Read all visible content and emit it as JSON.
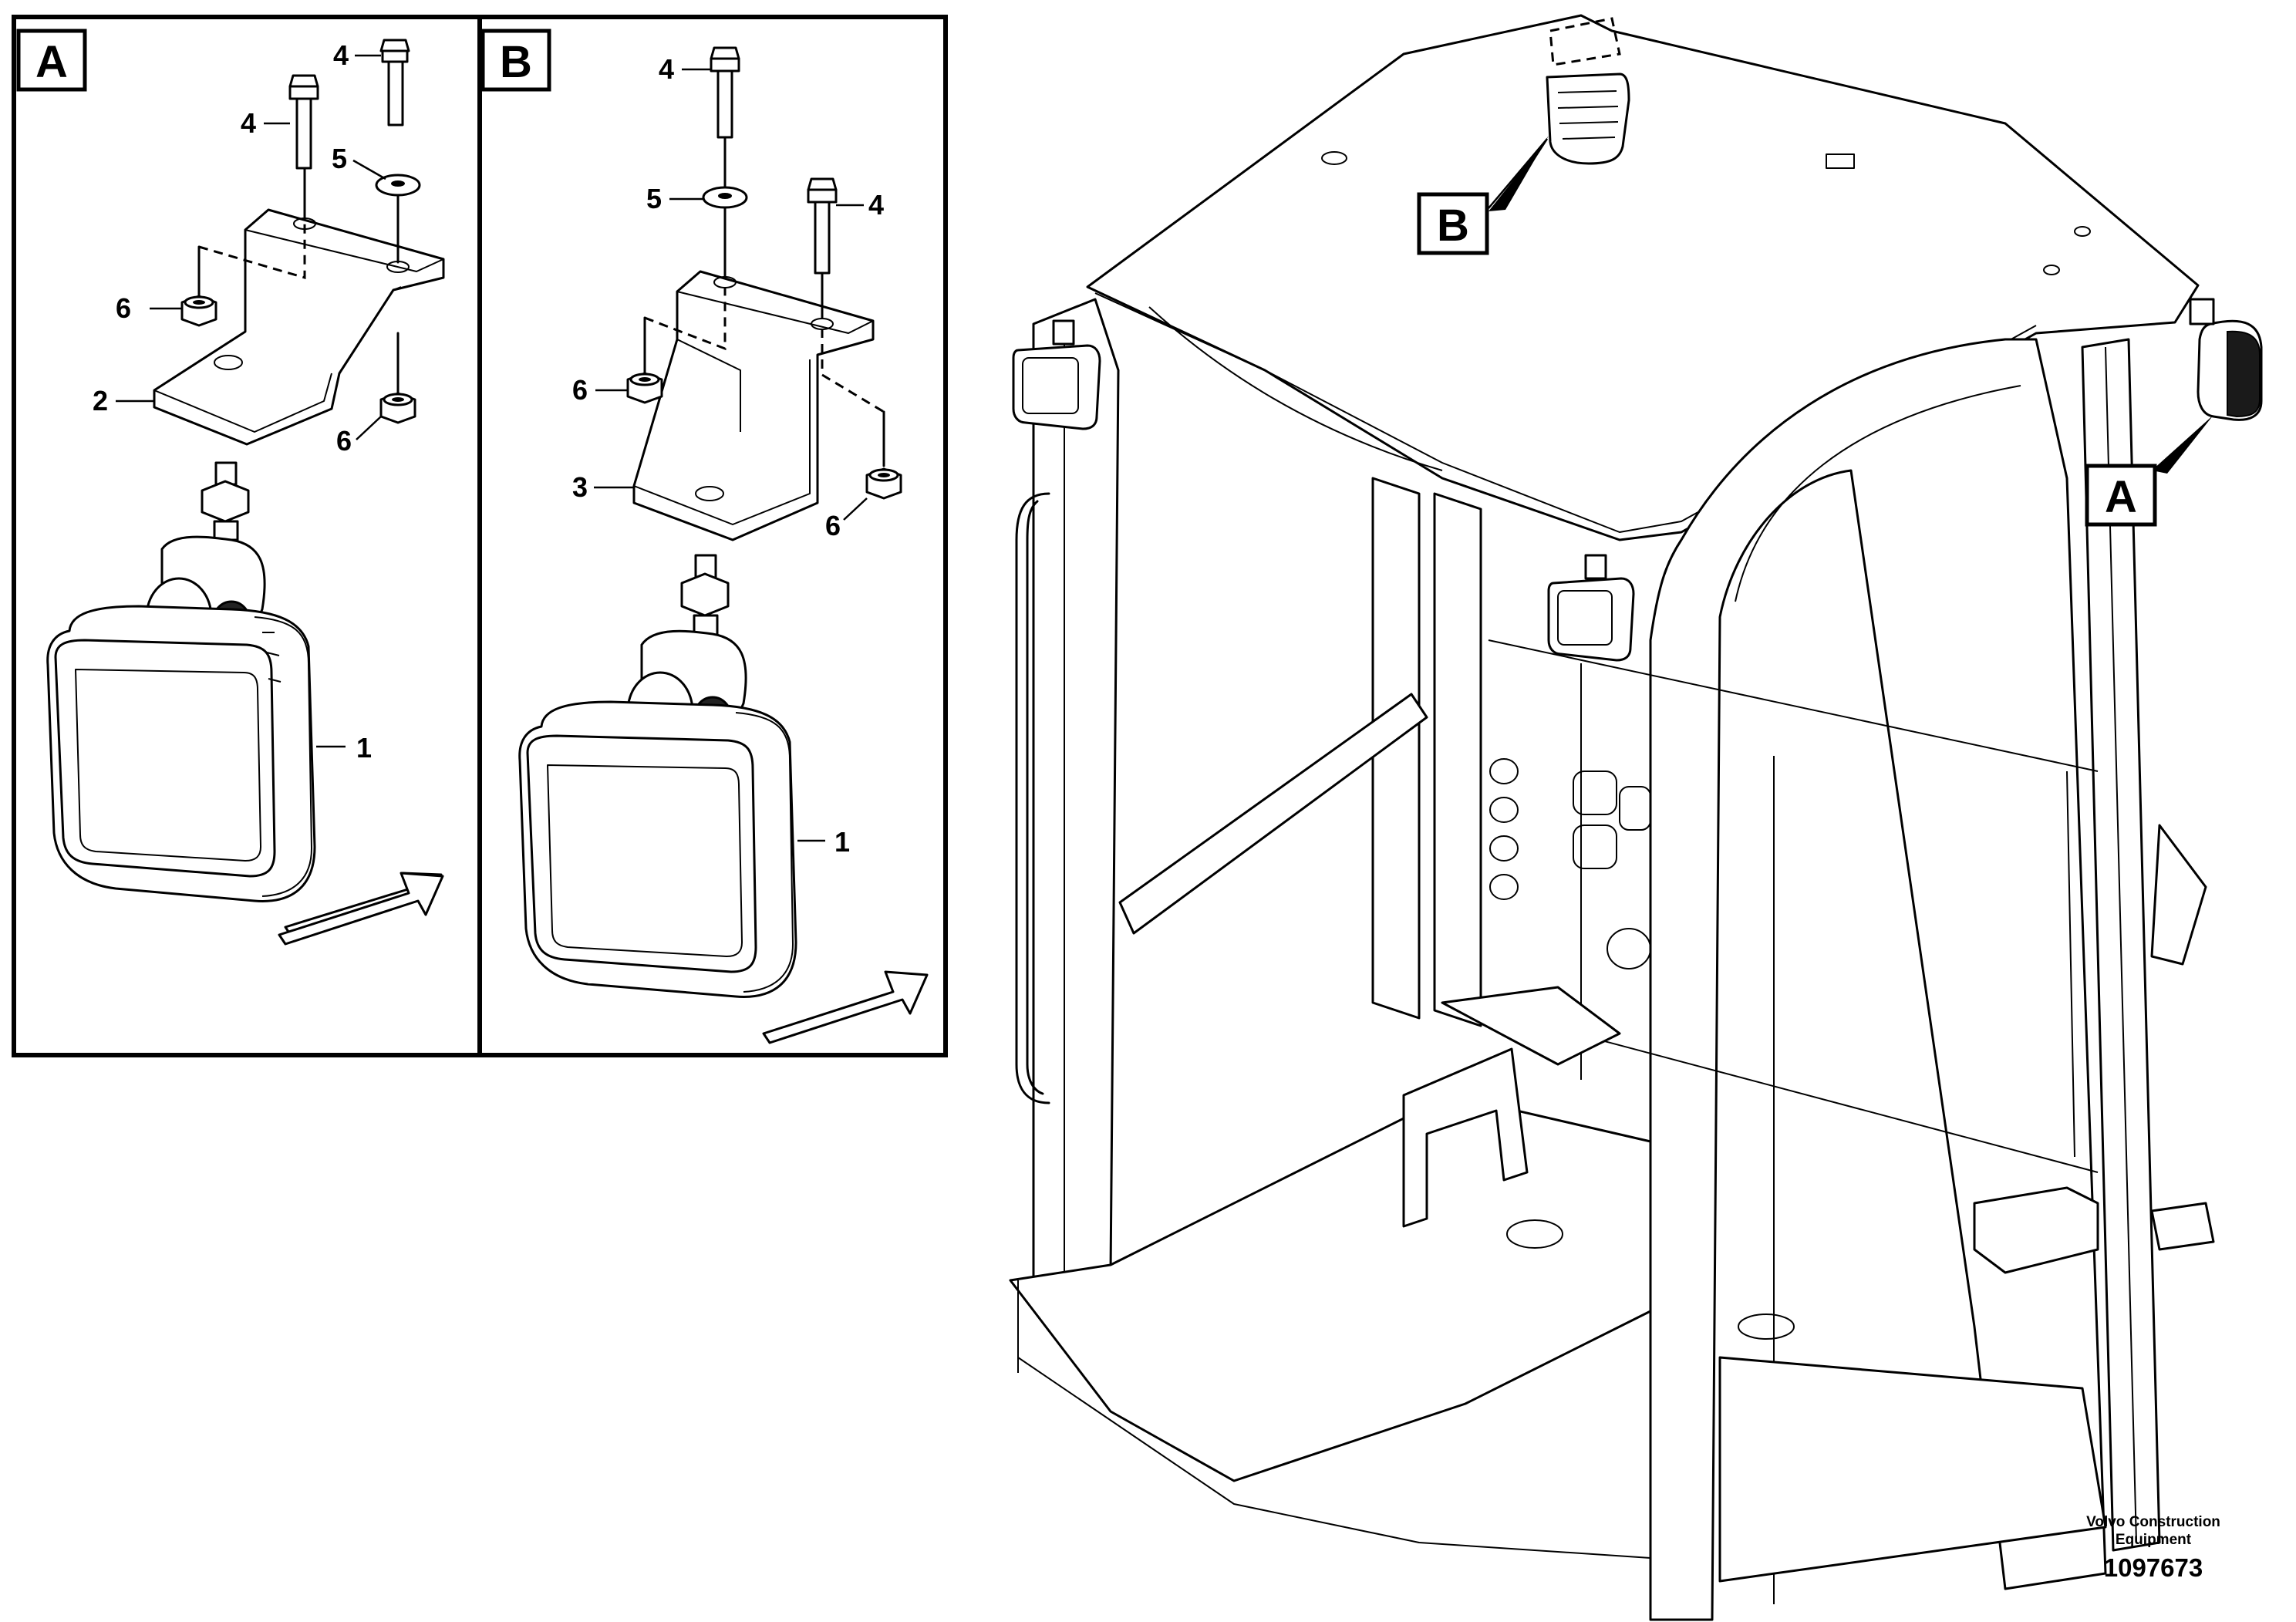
{
  "panels": {
    "a": {
      "letter": "A"
    },
    "b": {
      "letter": "B"
    }
  },
  "callouts": {
    "a_4_top": "4",
    "a_4_left": "4",
    "a_5": "5",
    "a_6_left": "6",
    "a_2": "2",
    "a_6_right": "6",
    "a_1": "1",
    "b_4_top": "4",
    "b_5": "5",
    "b_4_right": "4",
    "b_6_left": "6",
    "b_3": "3",
    "b_6_right": "6",
    "b_1": "1"
  },
  "cab_markers": {
    "a": "A",
    "b": "B"
  },
  "footer": {
    "company": "Volvo Construction Equipment",
    "document_number": "1097673"
  }
}
